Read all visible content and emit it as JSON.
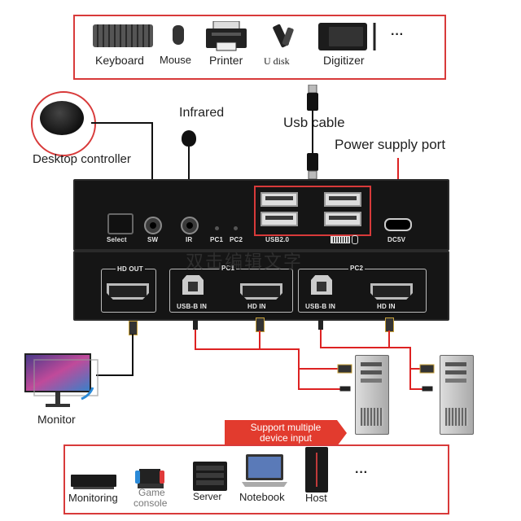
{
  "top_devices": {
    "labels": [
      "Keyboard",
      "Mouse",
      "Printer",
      "U disk",
      "Digitizer"
    ],
    "more": "···"
  },
  "callouts": {
    "desktop_controller": "Desktop controller",
    "infrared": "Infrared",
    "usb_cable": "Usb cable",
    "power_supply_port": "Power supply port",
    "monitor": "Monitor"
  },
  "front_panel": {
    "select": "Select",
    "sw": "SW",
    "ir": "IR",
    "pc1": "PC1",
    "pc2": "PC2",
    "usb20": "USB2.0",
    "dc5v": "DC5V"
  },
  "back_panel": {
    "hd_out": "HD OUT",
    "pc1": "PC1",
    "pc2": "PC2",
    "usb_b_in": "USB-B IN",
    "hd_in": "HD IN"
  },
  "watermark": "双击编辑文字",
  "banner": {
    "line1": "Support multiple",
    "line2": "device input"
  },
  "bottom_devices": {
    "labels": [
      "Monitoring",
      "Game console",
      "Server",
      "Notebook",
      "Host"
    ],
    "game_line1": "Game",
    "game_line2": "console",
    "more": "···"
  },
  "colors": {
    "accent_red": "#d83a3a",
    "panel": "#151515"
  }
}
